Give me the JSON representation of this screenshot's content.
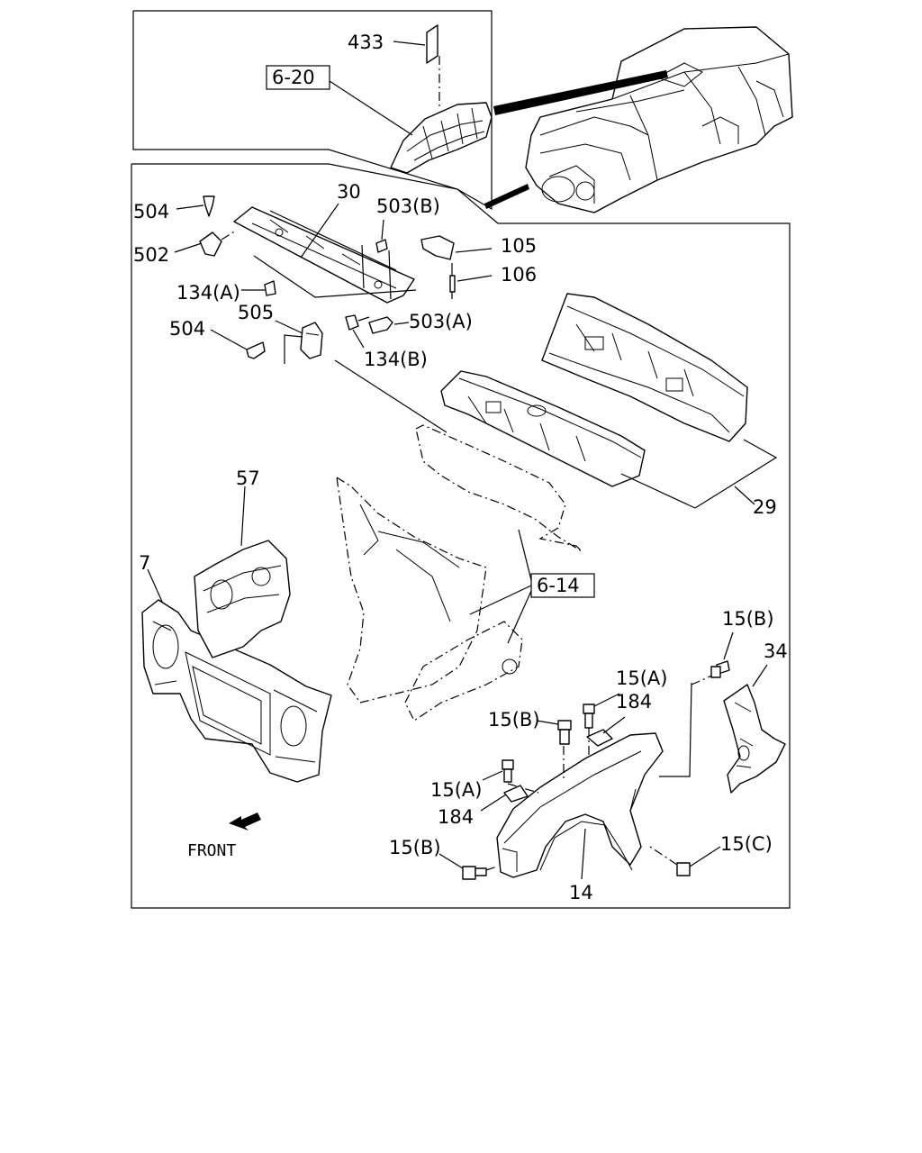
{
  "diagram": {
    "front_label": "FRONT",
    "callouts": {
      "c433": "433",
      "ref_6_20": "6-20",
      "c504_top": "504",
      "c502": "502",
      "c30": "30",
      "c503b": "503(B)",
      "c105": "105",
      "c106": "106",
      "c134a": "134(A)",
      "c505": "505",
      "c503a": "503(A)",
      "c504_mid": "504",
      "c134b": "134(B)",
      "c29": "29",
      "c57": "57",
      "c7": "7",
      "ref_6_14": "6-14",
      "c15b_right": "15(B)",
      "c34": "34",
      "c15a_top": "15(A)",
      "c184_top": "184",
      "c15b_mid": "15(B)",
      "c15a_low": "15(A)",
      "c184_low": "184",
      "c15b_left": "15(B)",
      "c15c": "15(C)",
      "c14": "14"
    }
  }
}
